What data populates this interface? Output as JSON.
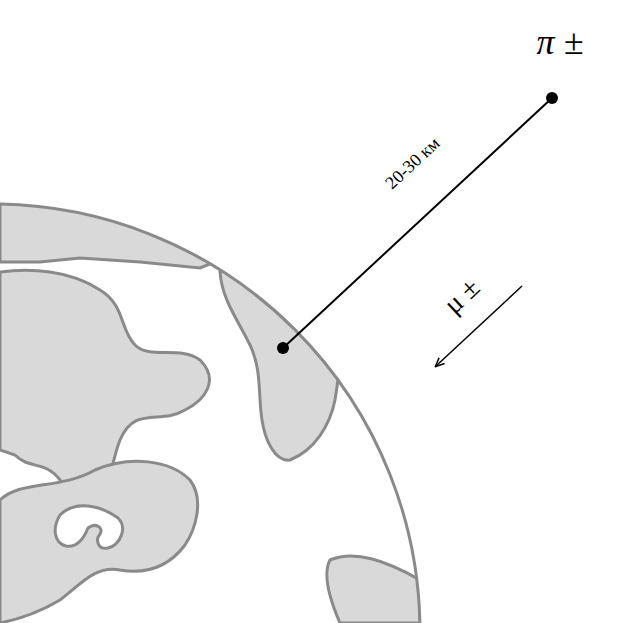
{
  "diagram": {
    "labels": [
      "π ±",
      "20-30 км",
      "μ ±"
    ]
  }
}
